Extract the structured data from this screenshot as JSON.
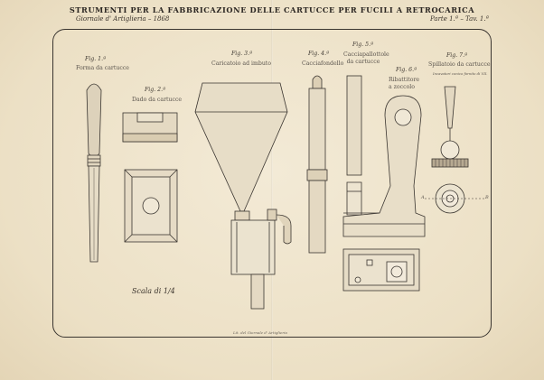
{
  "header": {
    "title": "STRUMENTI PER LA FABBRICAZIONE DELLE CARTUCCE PER FUCILI A RETROCARICA",
    "subtitle_left": "Giornale d' Artiglieria – 1868",
    "subtitle_right": "Parte 1.ª – Tav. 1.ª"
  },
  "figures": [
    {
      "number": "Fig. 1.ª",
      "caption": "Forma da cartucce"
    },
    {
      "number": "Fig. 2.ª",
      "caption": "Dado da cartucce"
    },
    {
      "number": "Fig. 3.ª",
      "caption": "Caricatoio ad imbuto"
    },
    {
      "number": "Fig. 4.ª",
      "caption": "Cacciafondello"
    },
    {
      "number": "Fig. 5.ª",
      "caption": "Cacciapallottole da cartucce"
    },
    {
      "number": "Fig. 6.ª",
      "caption": "Ribattitore a zoccolo"
    },
    {
      "number": "Fig. 7.ª",
      "caption": "Spillatoio da cartucce",
      "note": "Incavatori conico fornito di VII."
    }
  ],
  "markers": {
    "a": "A",
    "b": "B"
  },
  "scale": {
    "label": "Scala di",
    "value": "1/4"
  },
  "imprint": "Lit. del Giornale d' Artiglieria"
}
